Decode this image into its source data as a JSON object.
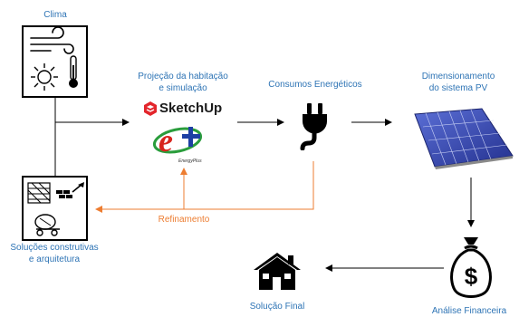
{
  "labels": {
    "clima": "Clima",
    "projecao_line1": "Projeção da habitação",
    "projecao_line2": "e simulação",
    "consumos": "Consumos Energéticos",
    "dimensionamento_line1": "Dimensionamento",
    "dimensionamento_line2": "do sistema PV",
    "solucoes_line1": "Soluções construtivas",
    "solucoes_line2": "e arquitetura",
    "refinamento": "Refinamento",
    "solucao_final": "Solução Final",
    "analise": "Análise Financeira"
  },
  "logos": {
    "sketchup": "SketchUp",
    "energyplus_small": "EnergyPlus"
  },
  "icons": [
    "wind-icon",
    "sun-icon",
    "thermometer-icon",
    "brick-wall-icon",
    "trowel-icon",
    "cement-mixer-icon",
    "sketchup-logo-icon",
    "energyplus-logo-icon",
    "plug-icon",
    "solar-panel-icon",
    "money-bag-icon",
    "house-icon"
  ],
  "colors": {
    "label_blue": "#2e74b5",
    "refinement_orange": "#ed7d31",
    "arrow_black": "#000000",
    "panel_blue": "#3b4fb8"
  }
}
